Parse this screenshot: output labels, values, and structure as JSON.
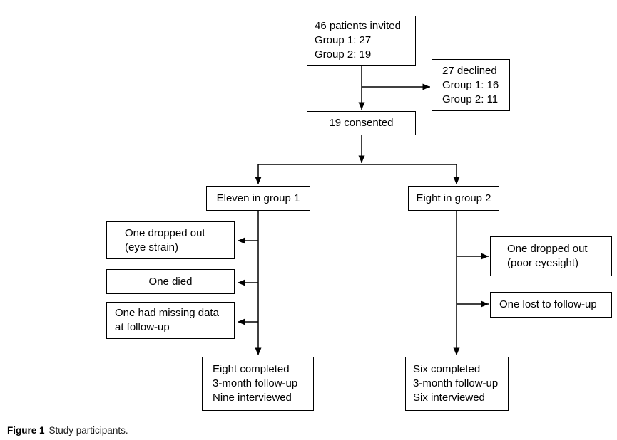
{
  "figure": {
    "caption_label": "Figure 1",
    "caption_text": "Study participants.",
    "background_color": "#ffffff",
    "line_color": "#000000",
    "box_border_color": "#000000",
    "text_color": "#000000"
  },
  "flowchart": {
    "nodes": {
      "invited": {
        "lines": [
          "46 patients invited",
          "Group 1: 27",
          "Group 2: 19"
        ]
      },
      "declined": {
        "lines": [
          "27 declined",
          "Group 1: 16",
          "Group 2: 11"
        ]
      },
      "consented": {
        "lines": [
          "19 consented"
        ]
      },
      "group1": {
        "lines": [
          "Eleven in group 1"
        ]
      },
      "group2": {
        "lines": [
          "Eight in group 2"
        ]
      },
      "group1_dropout": {
        "lines": [
          "One dropped out",
          "(eye strain)"
        ]
      },
      "group1_died": {
        "lines": [
          "One died"
        ]
      },
      "group1_missing": {
        "lines": [
          "One had missing data",
          "at follow-up"
        ]
      },
      "group2_dropout": {
        "lines": [
          "One dropped out",
          "(poor eyesight)"
        ]
      },
      "group2_lost": {
        "lines": [
          "One lost to follow-up"
        ]
      },
      "group1_completed": {
        "lines": [
          "Eight completed",
          "3-month follow-up",
          "Nine interviewed"
        ]
      },
      "group2_completed": {
        "lines": [
          "Six completed",
          "3-month follow-up",
          "Six interviewed"
        ]
      }
    }
  }
}
